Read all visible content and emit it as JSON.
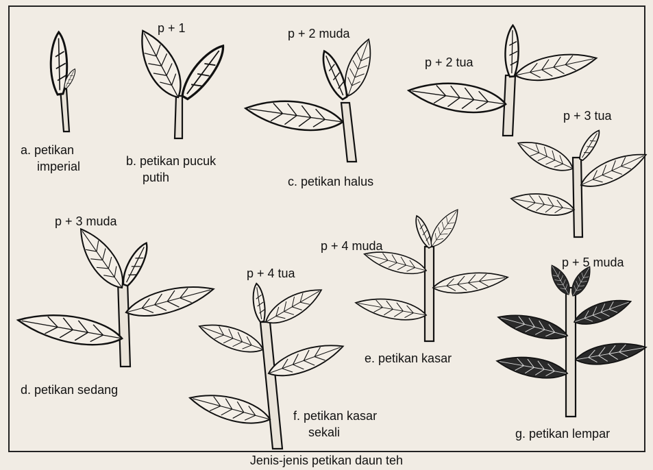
{
  "caption": "Jenis-jenis petikan daun teh",
  "specimens": [
    {
      "id": "a",
      "top": "",
      "name": [
        "a. petikan",
        "imperial"
      ]
    },
    {
      "id": "b",
      "top": "p + 1",
      "name": [
        "b. petikan pucuk",
        "putih"
      ]
    },
    {
      "id": "c",
      "top": "p + 2 muda",
      "name": [
        "c. petikan halus"
      ]
    },
    {
      "id": "c2",
      "top": "p + 2 tua",
      "name": []
    },
    {
      "id": "c3",
      "top": "p + 3  tua",
      "name": []
    },
    {
      "id": "d",
      "top": "p + 3 muda",
      "name": [
        "d. petikan sedang"
      ]
    },
    {
      "id": "f",
      "top": "p + 4 tua",
      "name": [
        "f. petikan kasar",
        "sekali"
      ]
    },
    {
      "id": "e",
      "top": "p + 4 muda",
      "name": [
        "e. petikan kasar"
      ]
    },
    {
      "id": "g",
      "top": "p + 5 muda",
      "name": [
        "g. petikan lempar"
      ]
    }
  ]
}
